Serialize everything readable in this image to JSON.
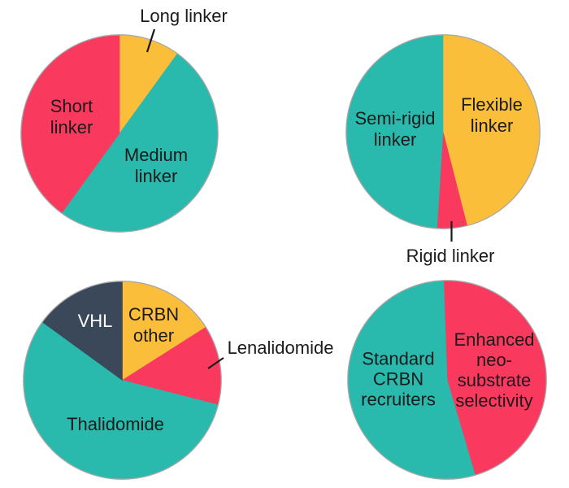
{
  "figure": {
    "background": "#ffffff",
    "text_color": "#1b1b1b"
  },
  "palette": {
    "red": "#f93a5e",
    "teal": "#2ab9ad",
    "yellow": "#fbbe3b",
    "navy": "#3a4859",
    "rim": "#a8a8a8",
    "leader_line": "#1b1b1b"
  },
  "chart_data": [
    {
      "type": "pie",
      "name": "linker-length-distribution",
      "start_angle": 0,
      "values_unit": "percent (estimated from slice angles)",
      "legend": "none (labels on chart)",
      "slices": [
        {
          "label": "Long linker",
          "display": "Long linker",
          "value": 10,
          "color": "#fbbe3b",
          "label_position": "outside-top"
        },
        {
          "label": "Medium linker",
          "display": "Medium\nlinker",
          "value": 50,
          "color": "#2ab9ad",
          "label_position": "inside"
        },
        {
          "label": "Short linker",
          "display": "Short\nlinker",
          "value": 40,
          "color": "#f93a5e",
          "label_position": "inside"
        }
      ]
    },
    {
      "type": "pie",
      "name": "linker-rigidity-distribution",
      "start_angle": 0,
      "values_unit": "percent (estimated from slice angles)",
      "legend": "none (labels on chart)",
      "slices": [
        {
          "label": "Flexible linker",
          "display": "Flexible\nlinker",
          "value": 46,
          "color": "#fbbe3b",
          "label_position": "inside"
        },
        {
          "label": "Rigid linker",
          "display": "Rigid linker",
          "value": 5,
          "color": "#f93a5e",
          "label_position": "outside-bottom"
        },
        {
          "label": "Semi-rigid linker",
          "display": "Semi-rigid\nlinker",
          "value": 49,
          "color": "#2ab9ad",
          "label_position": "inside"
        }
      ]
    },
    {
      "type": "pie",
      "name": "e3-recruiter-distribution",
      "start_angle": 0,
      "values_unit": "percent (estimated from slice angles)",
      "legend": "none (labels on chart)",
      "slices": [
        {
          "label": "CRBN other",
          "display": "CRBN\nother",
          "value": 16,
          "color": "#fbbe3b",
          "label_position": "inside"
        },
        {
          "label": "Lenalidomide",
          "display": "Lenalidomide",
          "value": 13,
          "color": "#f93a5e",
          "label_position": "outside-right"
        },
        {
          "label": "Thalidomide",
          "display": "Thalidomide",
          "value": 56,
          "color": "#2ab9ad",
          "label_position": "inside"
        },
        {
          "label": "VHL",
          "display": "VHL",
          "value": 15,
          "color": "#3a4859",
          "label_position": "inside",
          "label_color": "#ffffff"
        }
      ]
    },
    {
      "type": "pie",
      "name": "crbn-recruiter-selectivity-distribution",
      "start_angle": -2,
      "values_unit": "percent (estimated from slice angles)",
      "legend": "none (labels on chart)",
      "slices": [
        {
          "label": "Enhanced neo-substrate selectivity",
          "display": "Enhanced\nneo-\nsubstrate\nselectivity",
          "value": 46,
          "color": "#f93a5e",
          "label_position": "inside"
        },
        {
          "label": "Standard CRBN recruiters",
          "display": "Standard\nCRBN\nrecruiters",
          "value": 54,
          "color": "#2ab9ad",
          "label_position": "inside"
        }
      ]
    }
  ]
}
